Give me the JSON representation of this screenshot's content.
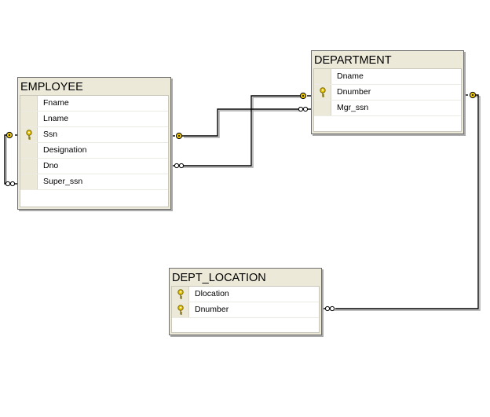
{
  "tables": {
    "employee": {
      "title": "EMPLOYEE",
      "columns": [
        {
          "name": "Fname",
          "key": false
        },
        {
          "name": "Lname",
          "key": false
        },
        {
          "name": "Ssn",
          "key": true
        },
        {
          "name": "Designation",
          "key": false
        },
        {
          "name": "Dno",
          "key": false
        },
        {
          "name": "Super_ssn",
          "key": false
        }
      ]
    },
    "department": {
      "title": "DEPARTMENT",
      "columns": [
        {
          "name": "Dname",
          "key": false
        },
        {
          "name": "Dnumber",
          "key": true
        },
        {
          "name": "Mgr_ssn",
          "key": false
        }
      ]
    },
    "dept_location": {
      "title": "DEPT_LOCATION",
      "columns": [
        {
          "name": "Dlocation",
          "key": true
        },
        {
          "name": "Dnumber",
          "key": true
        }
      ]
    }
  },
  "colors": {
    "key_icon": "#e9c400",
    "line": "#000000",
    "line_shadow": "#a9a9a9"
  },
  "relationships": [
    {
      "from": "employee.Super_ssn",
      "to": "employee.Ssn",
      "from_end": "many",
      "to_end": "one"
    },
    {
      "from": "employee.Dno",
      "to": "department.Dnumber",
      "from_end": "many",
      "to_end": "one"
    },
    {
      "from": "department.Mgr_ssn",
      "to": "employee.Ssn",
      "from_end": "many",
      "to_end": "one"
    },
    {
      "from": "dept_location.Dnumber",
      "to": "department.Dnumber",
      "from_end": "many",
      "to_end": "one"
    }
  ]
}
